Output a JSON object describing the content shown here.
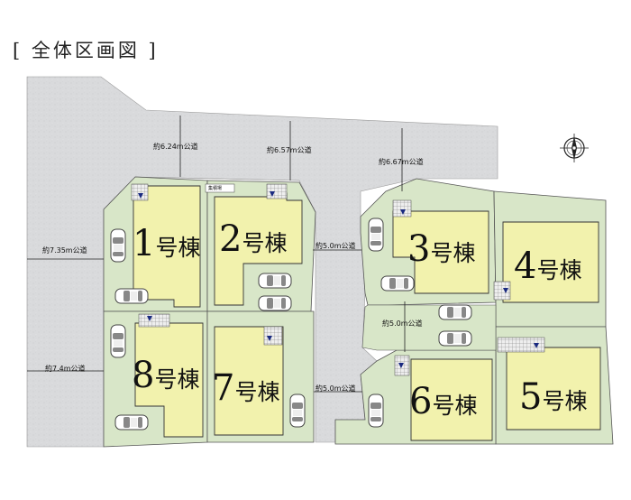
{
  "title": "[ 全体区画図 ]",
  "roads": {
    "r1": "約6.24m公道",
    "r2": "約6.57m公道",
    "r3": "約6.67m公道",
    "r4": "約7.35m公道",
    "r5": "約7.4m公道",
    "r6": "約5.0m公道",
    "r7": "約5.0m公道",
    "r8": "約5.0m公道"
  },
  "facility": "集積場",
  "lots": [
    {
      "number": "1",
      "suffix": "号棟"
    },
    {
      "number": "2",
      "suffix": "号棟"
    },
    {
      "number": "3",
      "suffix": "号棟"
    },
    {
      "number": "4",
      "suffix": "号棟"
    },
    {
      "number": "5",
      "suffix": "号棟"
    },
    {
      "number": "6",
      "suffix": "号棟"
    },
    {
      "number": "7",
      "suffix": "号棟"
    },
    {
      "number": "8",
      "suffix": "号棟"
    }
  ],
  "colors": {
    "road": "#d9dadc",
    "lot": "#d8e6c8",
    "house": "#f2f2ad",
    "outline": "#555555"
  },
  "icons": [
    "compass-icon",
    "car-icon",
    "stair-icon",
    "entrance-marker-icon"
  ]
}
